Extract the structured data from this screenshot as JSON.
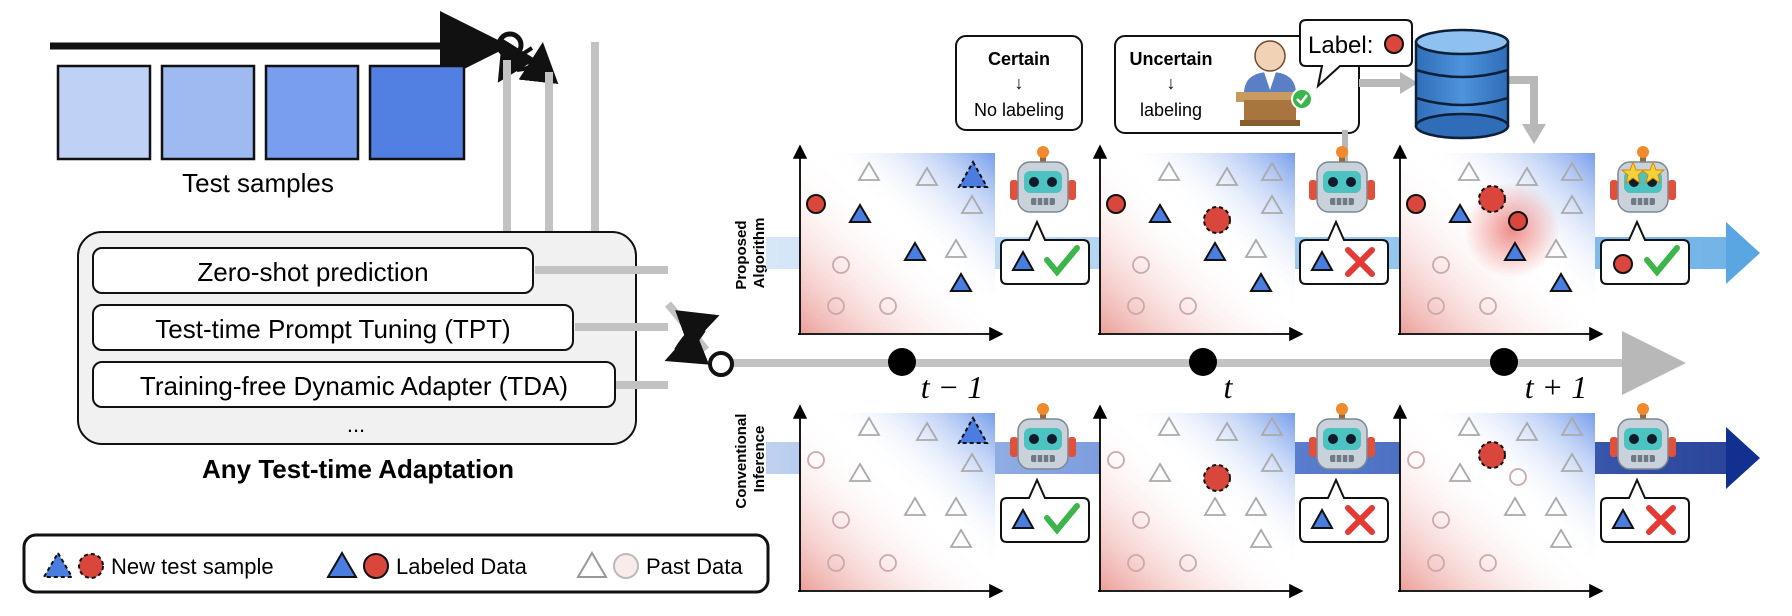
{
  "diagram": {
    "test_samples_label": "Test samples",
    "tta_methods": [
      "Zero-shot prediction",
      "Test-time Prompt Tuning (TPT)",
      "Training-free Dynamic Adapter (TDA)"
    ],
    "tta_ellipsis": "...",
    "tta_caption": "Any Test-time Adaptation",
    "legend": {
      "new_sample": "New test sample",
      "labeled": "Labeled Data",
      "past": "Past Data"
    },
    "row_labels": {
      "proposed": [
        "Proposed",
        "Algorithm"
      ],
      "conventional": [
        "Conventional",
        "Inference"
      ]
    },
    "timeline": [
      "t − 1",
      "t",
      "t + 1"
    ],
    "certain_box": {
      "title": "Certain",
      "arrow": "↓",
      "text": "No labeling"
    },
    "uncertain_box": {
      "title": "Uncertain",
      "arrow": "↓",
      "text": "labeling"
    },
    "oracle_label": "Label:",
    "colors": {
      "blue_light": "#bccdf3",
      "blue_mid": "#8fb0ef",
      "blue_dark": "#4a7de0",
      "red": "#d9463b",
      "gray": "#c2c2c2",
      "check": "#3cb54a",
      "cross": "#e53935",
      "arrow_light": "#6aaee6",
      "arrow_dark": "#1d3e9e"
    }
  }
}
